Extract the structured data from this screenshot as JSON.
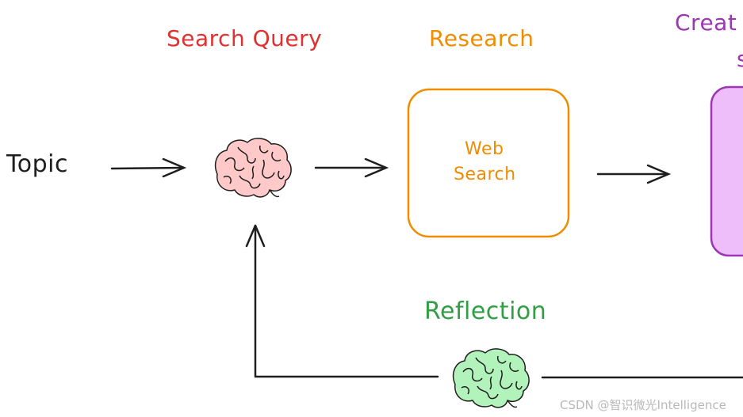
{
  "diagram": {
    "topic_label": "Topic",
    "search_query_label": "Search Query",
    "research_label": "Research",
    "create_label": "Creat",
    "create_label_line2": "s",
    "web_search_line1": "Web",
    "web_search_line2": "Search",
    "reflection_label": "Reflection",
    "watermark": "CSDN @智识微光Intelligence"
  },
  "icons": {
    "search_brain": "brain-icon",
    "reflection_brain": "brain-icon"
  },
  "colors": {
    "ink": "#1e1e1e",
    "search_query": "#e03131",
    "research": "#f08c00",
    "create": "#9c36b5",
    "create_fill": "#eebefa",
    "reflection": "#2f9e44",
    "brain_pink": "#ffc9c9",
    "brain_green": "#b2f2bb"
  }
}
